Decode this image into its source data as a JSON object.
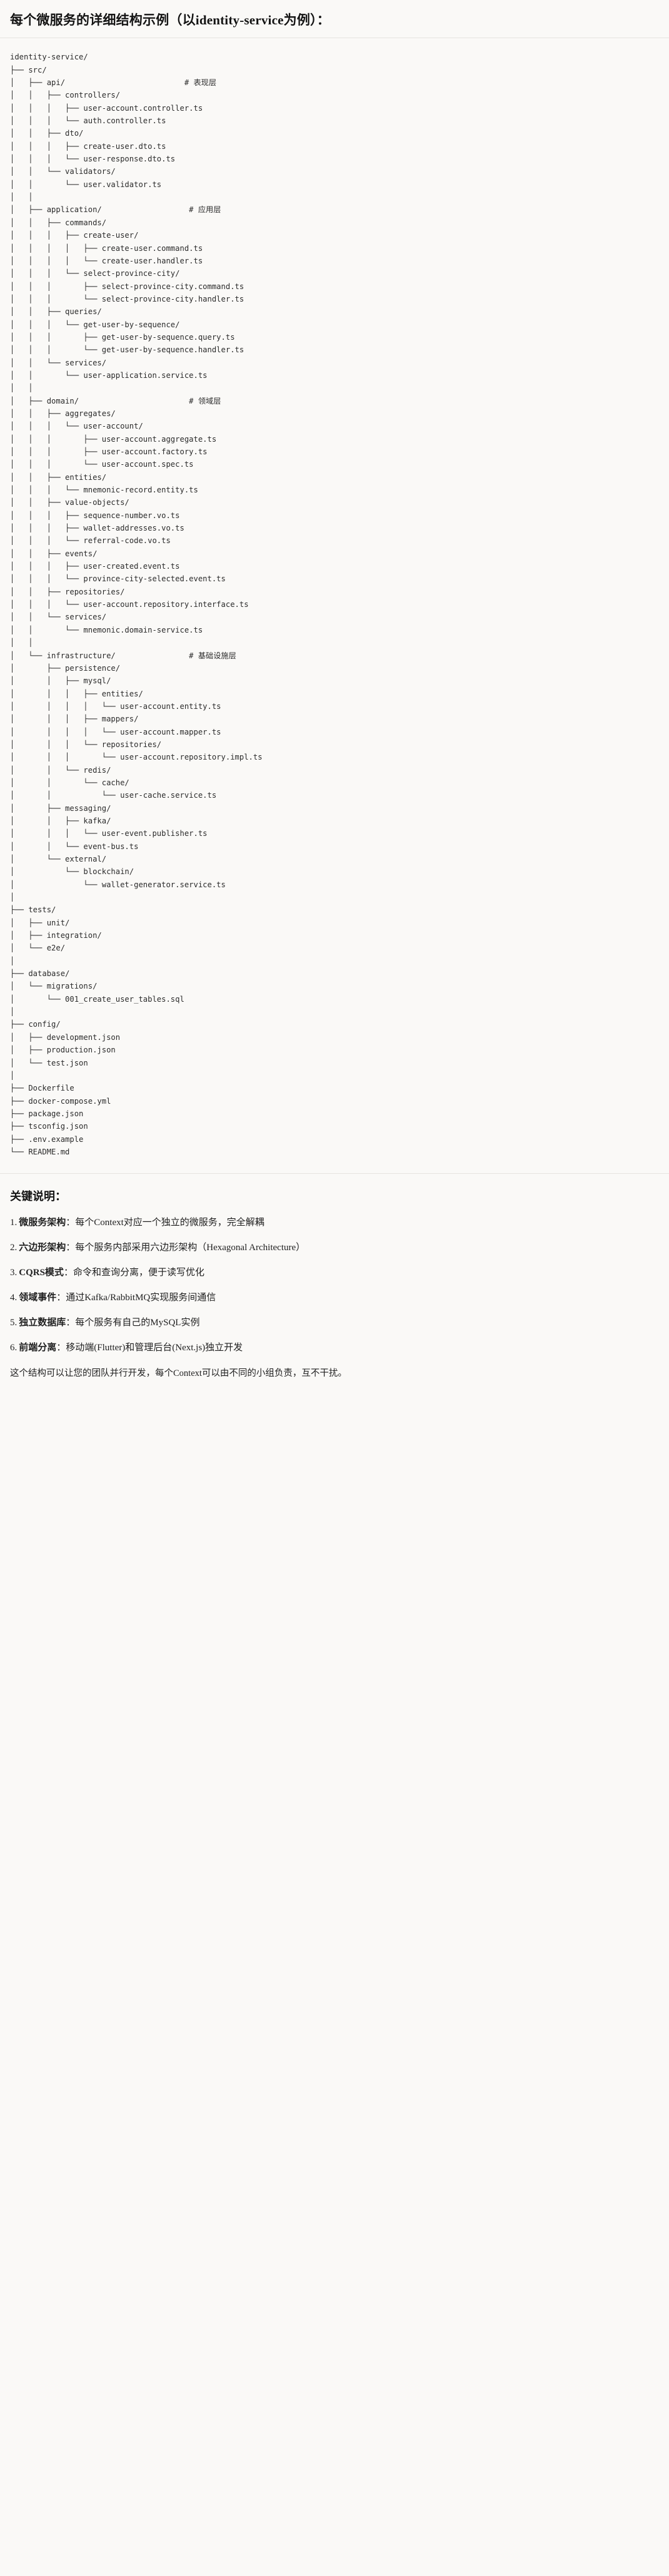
{
  "header": {
    "title": "每个微服务的详细结构示例（以identity-service为例）："
  },
  "tree": {
    "root": "identity-service/",
    "lines": [
      "identity-service/",
      "├── src/",
      "│   ├── api/                          # 表现层",
      "│   │   ├── controllers/",
      "│   │   │   ├── user-account.controller.ts",
      "│   │   │   └── auth.controller.ts",
      "│   │   ├── dto/",
      "│   │   │   ├── create-user.dto.ts",
      "│   │   │   └── user-response.dto.ts",
      "│   │   └── validators/",
      "│   │       └── user.validator.ts",
      "│   │",
      "│   ├── application/                   # 应用层",
      "│   │   ├── commands/",
      "│   │   │   ├── create-user/",
      "│   │   │   │   ├── create-user.command.ts",
      "│   │   │   │   └── create-user.handler.ts",
      "│   │   │   └── select-province-city/",
      "│   │   │       ├── select-province-city.command.ts",
      "│   │   │       └── select-province-city.handler.ts",
      "│   │   ├── queries/",
      "│   │   │   └── get-user-by-sequence/",
      "│   │   │       ├── get-user-by-sequence.query.ts",
      "│   │   │       └── get-user-by-sequence.handler.ts",
      "│   │   └── services/",
      "│   │       └── user-application.service.ts",
      "│   │",
      "│   ├── domain/                        # 领域层",
      "│   │   ├── aggregates/",
      "│   │   │   └── user-account/",
      "│   │   │       ├── user-account.aggregate.ts",
      "│   │   │       ├── user-account.factory.ts",
      "│   │   │       └── user-account.spec.ts",
      "│   │   ├── entities/",
      "│   │   │   └── mnemonic-record.entity.ts",
      "│   │   ├── value-objects/",
      "│   │   │   ├── sequence-number.vo.ts",
      "│   │   │   ├── wallet-addresses.vo.ts",
      "│   │   │   └── referral-code.vo.ts",
      "│   │   ├── events/",
      "│   │   │   ├── user-created.event.ts",
      "│   │   │   └── province-city-selected.event.ts",
      "│   │   ├── repositories/",
      "│   │   │   └── user-account.repository.interface.ts",
      "│   │   └── services/",
      "│   │       └── mnemonic.domain-service.ts",
      "│   │",
      "│   └── infrastructure/                # 基础设施层",
      "│       ├── persistence/",
      "│       │   ├── mysql/",
      "│       │   │   ├── entities/",
      "│       │   │   │   └── user-account.entity.ts",
      "│       │   │   ├── mappers/",
      "│       │   │   │   └── user-account.mapper.ts",
      "│       │   │   └── repositories/",
      "│       │   │       └── user-account.repository.impl.ts",
      "│       │   └── redis/",
      "│       │       └── cache/",
      "│       │           └── user-cache.service.ts",
      "│       ├── messaging/",
      "│       │   ├── kafka/",
      "│       │   │   └── user-event.publisher.ts",
      "│       │   └── event-bus.ts",
      "│       └── external/",
      "│           └── blockchain/",
      "│               └── wallet-generator.service.ts",
      "│",
      "├── tests/",
      "│   ├── unit/",
      "│   ├── integration/",
      "│   └── e2e/",
      "│",
      "├── database/",
      "│   └── migrations/",
      "│       └── 001_create_user_tables.sql",
      "│",
      "├── config/",
      "│   ├── development.json",
      "│   ├── production.json",
      "│   └── test.json",
      "│",
      "├── Dockerfile",
      "├── docker-compose.yml",
      "├── package.json",
      "├── tsconfig.json",
      "├── .env.example",
      "└── README.md"
    ],
    "layer_comments": [
      "# 表现层",
      "# 应用层",
      "# 领域层",
      "# 基础设施层"
    ]
  },
  "notes": {
    "title": "关键说明：",
    "items": [
      {
        "num": "1.",
        "term": "微服务架构",
        "sep": "：",
        "desc": "每个Context对应一个独立的微服务，完全解耦"
      },
      {
        "num": "2.",
        "term": "六边形架构",
        "sep": "：",
        "desc": "每个服务内部采用六边形架构（Hexagonal Architecture）"
      },
      {
        "num": "3.",
        "term": "CQRS模式",
        "sep": "：",
        "desc": "命令和查询分离，便于读写优化"
      },
      {
        "num": "4.",
        "term": "领域事件",
        "sep": "：",
        "desc": "通过Kafka/RabbitMQ实现服务间通信"
      },
      {
        "num": "5.",
        "term": "独立数据库",
        "sep": "：",
        "desc": "每个服务有自己的MySQL实例"
      },
      {
        "num": "6.",
        "term": "前端分离",
        "sep": "：",
        "desc": "移动端(Flutter)和管理后台(Next.js)独立开发"
      }
    ],
    "footer": "这个结构可以让您的团队并行开发，每个Context可以由不同的小组负责，互不干扰。"
  },
  "colors": {
    "background": "#faf9f7",
    "text": "#1f1f1f",
    "tree_text": "#2b2b2b",
    "divider": "#e6e4e0"
  }
}
